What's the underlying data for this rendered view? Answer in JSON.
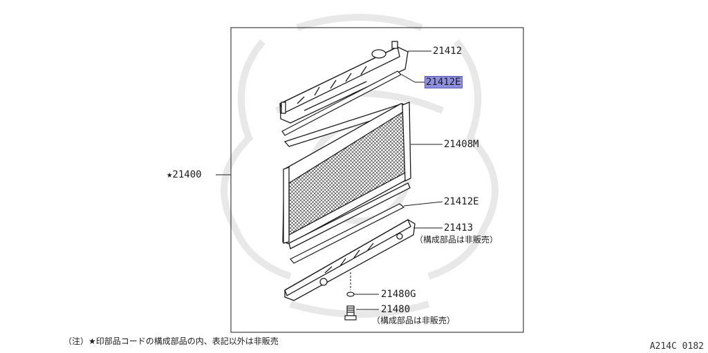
{
  "diagram": {
    "parts": [
      {
        "label": "21412",
        "highlighted": false
      },
      {
        "label": "21412E",
        "highlighted": true
      },
      {
        "label": "21408M",
        "highlighted": false
      },
      {
        "label": "★21400",
        "highlighted": false
      },
      {
        "label": "21412E",
        "highlighted": false
      },
      {
        "label": "21413",
        "highlighted": false,
        "note": "（構成部品は非販売）"
      },
      {
        "label": "21480G",
        "highlighted": false
      },
      {
        "label": "21480",
        "highlighted": false,
        "note": "（構成部品は非販売）"
      }
    ],
    "footnote": "（注）★印部品コードの構成部品の内、表記以外は非販売",
    "drawing_code": "A214C 0182"
  },
  "colors": {
    "line": "#1a1a1a",
    "highlight": "#8f8fe0",
    "watermark": "#e9e9e9"
  }
}
